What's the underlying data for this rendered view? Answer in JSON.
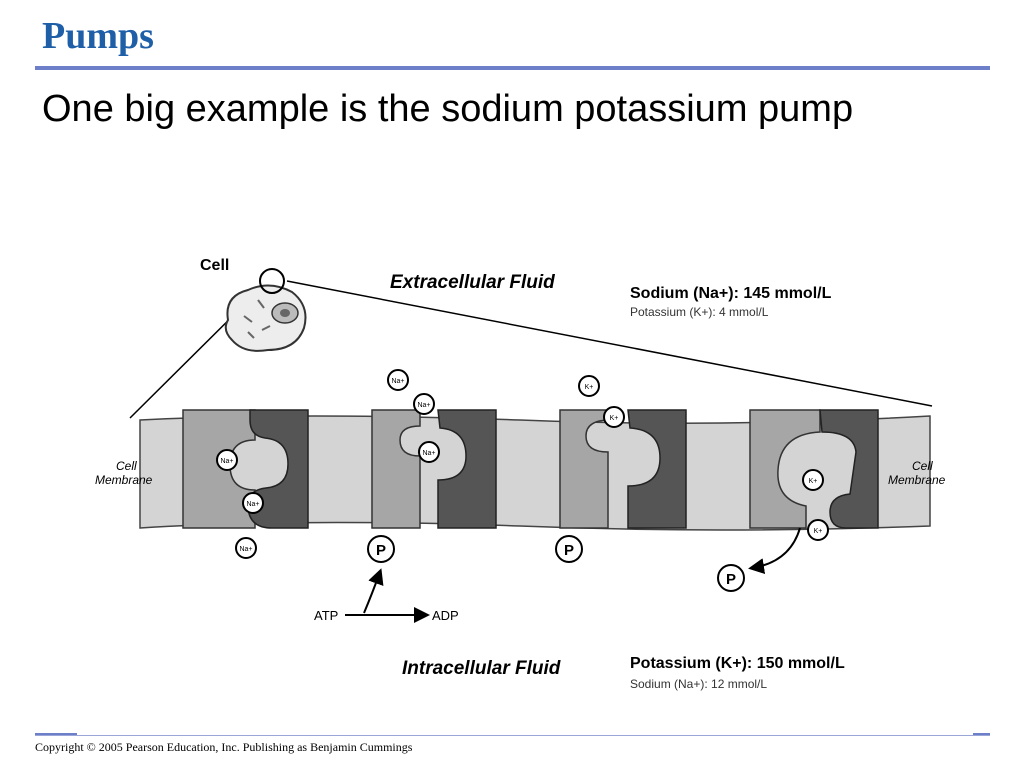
{
  "slide": {
    "title": "Pumps",
    "subtitle": "One big example is the sodium potassium pump",
    "copyright": "Copyright © 2005 Pearson Education, Inc. Publishing as Benjamin Cummings"
  },
  "diagram": {
    "cell_label": "Cell",
    "extracellular_label": "Extracellular Fluid",
    "intracellular_label": "Intracellular Fluid",
    "membrane_left": [
      "Cell",
      "Membrane"
    ],
    "membrane_right": [
      "Cell",
      "Membrane"
    ],
    "outside_main": "Sodium (Na+): 145 mmol/L",
    "outside_minor": "Potassium (K+): 4 mmol/L",
    "inside_main": "Potassium (K+): 150 mmol/L",
    "inside_minor": "Sodium (Na+): 12 mmol/L",
    "na_ion": "Na+",
    "k_ion": "K+",
    "phosphate": "P",
    "atp": "ATP",
    "adp": "ADP",
    "colors": {
      "membrane": "#d4d4d4",
      "pump_light": "#a6a6a6",
      "pump_dark": "#555555"
    }
  }
}
